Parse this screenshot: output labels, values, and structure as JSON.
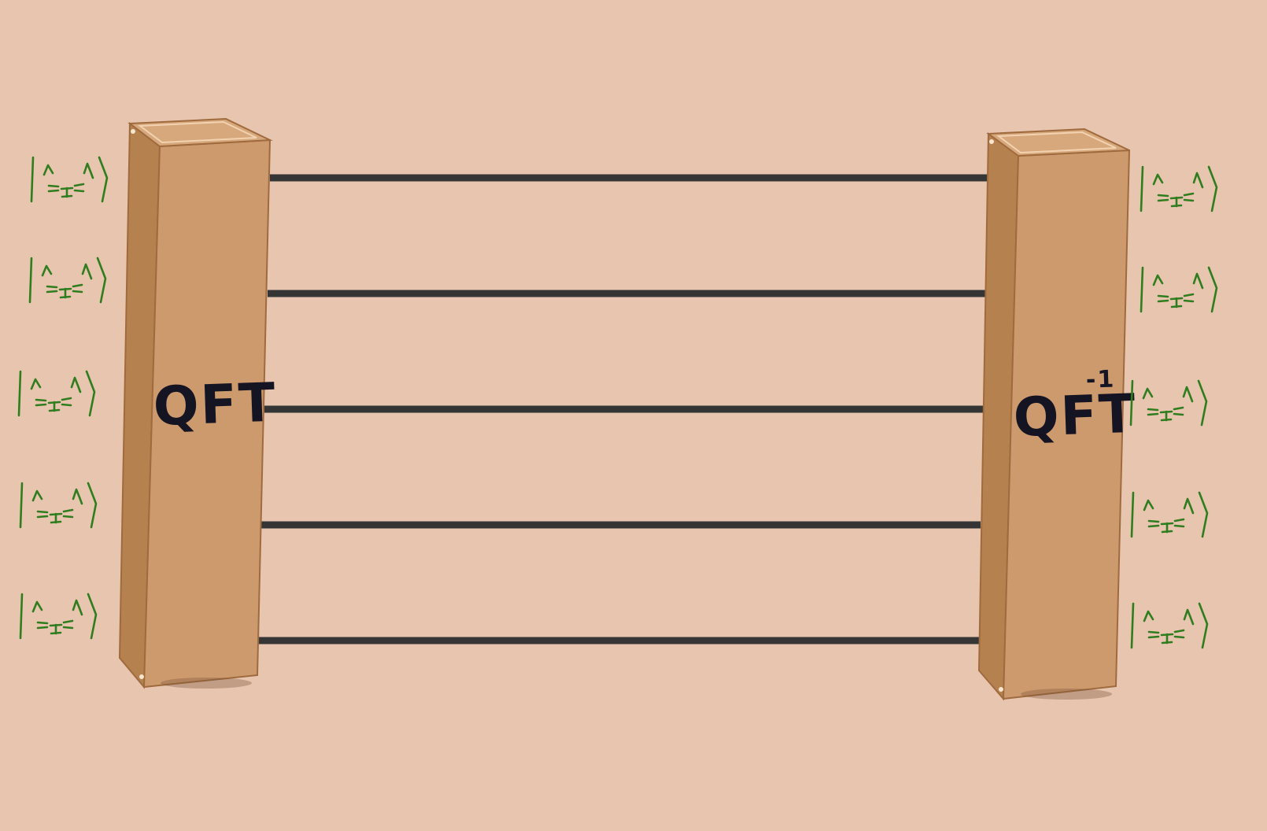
{
  "diagram": {
    "gates": [
      {
        "id": "left",
        "label": "QFT",
        "superscript": ""
      },
      {
        "id": "right",
        "label": "QFT",
        "superscript": "-1"
      }
    ],
    "wire_count": 5,
    "input_states": [
      "cat-ket",
      "cat-ket",
      "cat-ket",
      "cat-ket",
      "cat-ket"
    ],
    "output_states": [
      "cat-ket",
      "cat-ket",
      "cat-ket",
      "cat-ket",
      "cat-ket"
    ]
  },
  "colors": {
    "background": "#e8c5af",
    "wire": "#353535",
    "box_front": "#cd9a6e",
    "box_side": "#b5814f",
    "box_top": "#d6a87c",
    "box_edge": "#9f6b3e",
    "cat": "#2f7d1e",
    "label": "#141423"
  },
  "icons": {
    "state": "cat-face-ket-icon"
  }
}
